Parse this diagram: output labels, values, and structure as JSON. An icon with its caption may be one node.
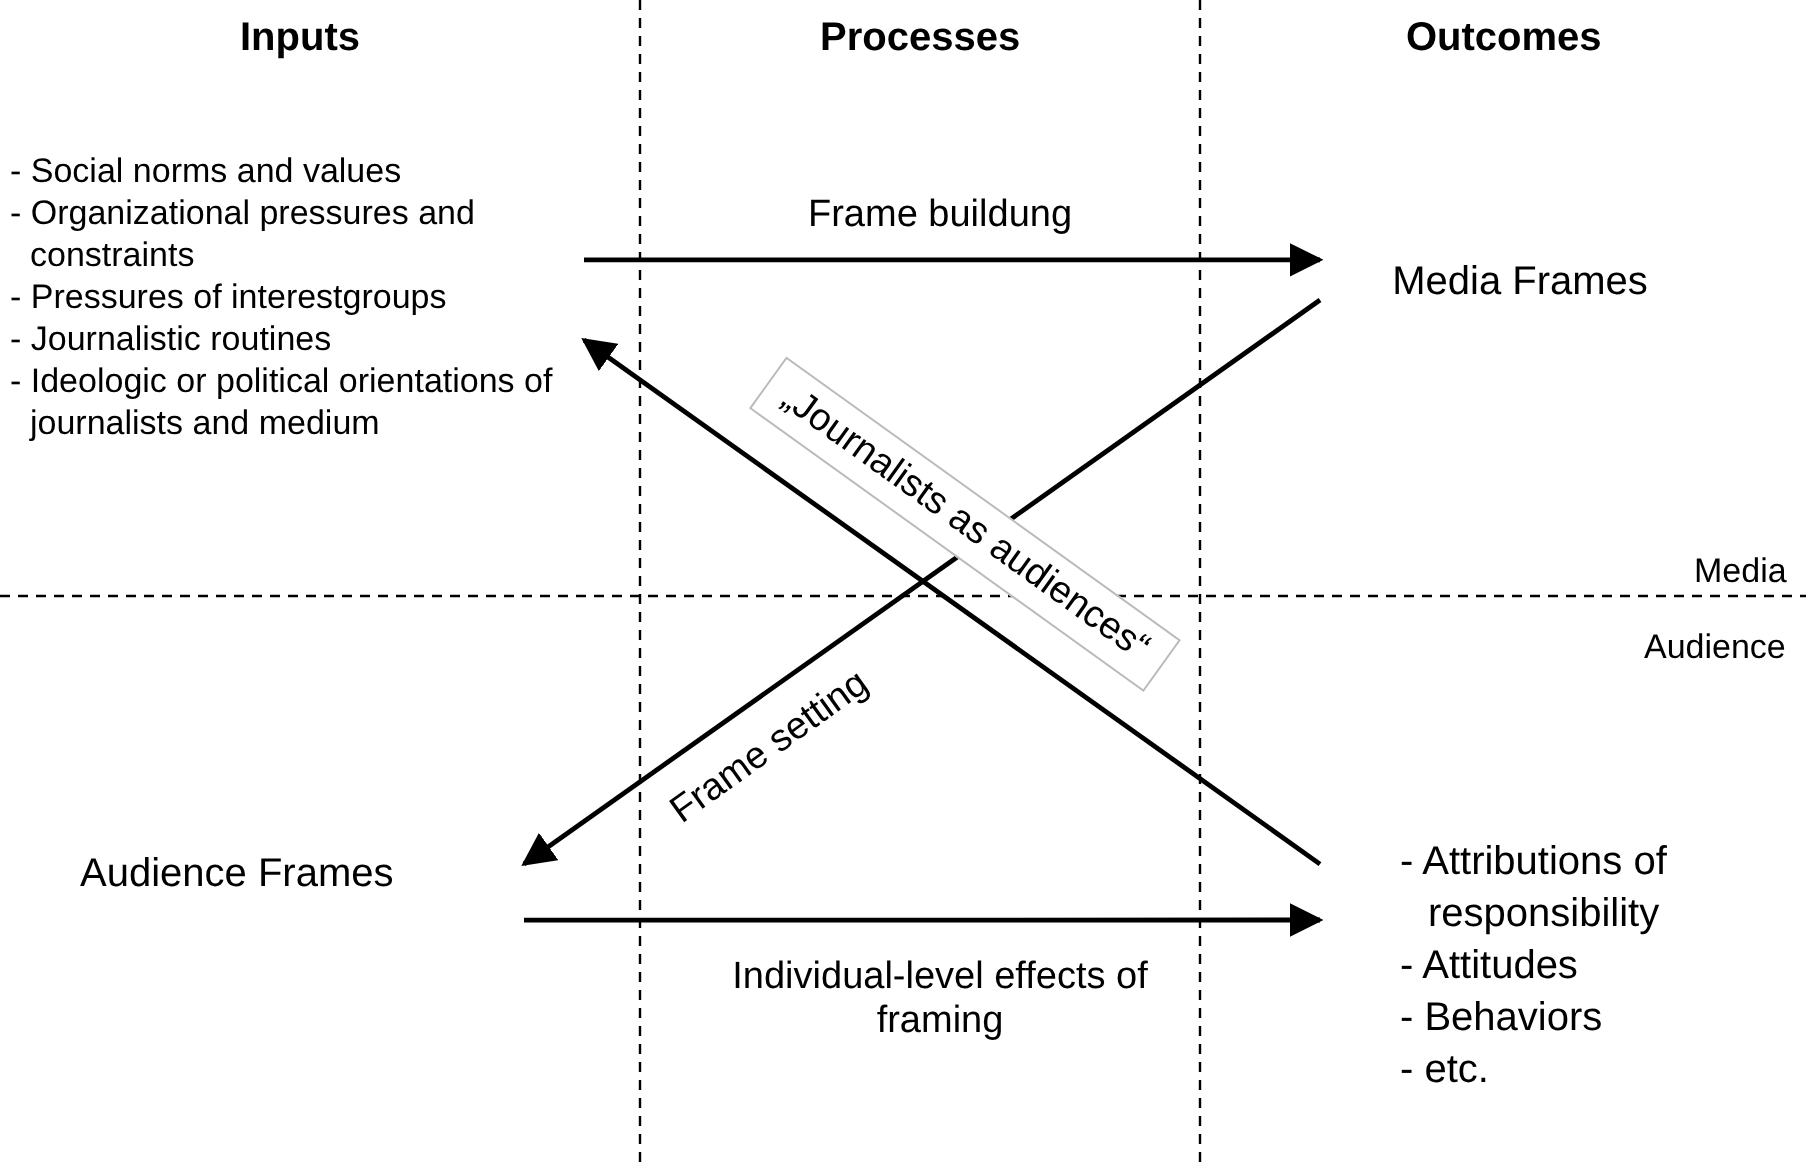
{
  "diagram": {
    "nodes": [
      {
        "text": [
          "- Social norms and values",
          "- Organizational pressures and constraints",
          "- Pressures of interestgroups",
          "- Journalistic routines",
          "- Ideologic or political orientations of journalists and medium"
        ]
      },
      {
        "text": [
          "Media Frames"
        ]
      },
      {
        "text": [
          "Audience Frames"
        ]
      },
      {
        "text": [
          "- Attributions of responsibility",
          "- Attitudes",
          "- Behaviors",
          "- etc."
        ]
      }
    ],
    "edges": [
      {
        "from": 0,
        "to": 1,
        "arrow": "to",
        "label": "Frame buildung"
      },
      {
        "from": 1,
        "to": 2,
        "arrow": "to",
        "label": "Frame setting"
      },
      {
        "from": 3,
        "to": 0,
        "arrow": "to",
        "label": "„Journalists as audiences“"
      },
      {
        "from": 2,
        "to": 3,
        "arrow": "to",
        "label": "Individual-level effects of framing"
      }
    ],
    "labels": [
      "Inputs",
      "Processes",
      "Outcomes",
      "Media",
      "Audience"
    ]
  }
}
